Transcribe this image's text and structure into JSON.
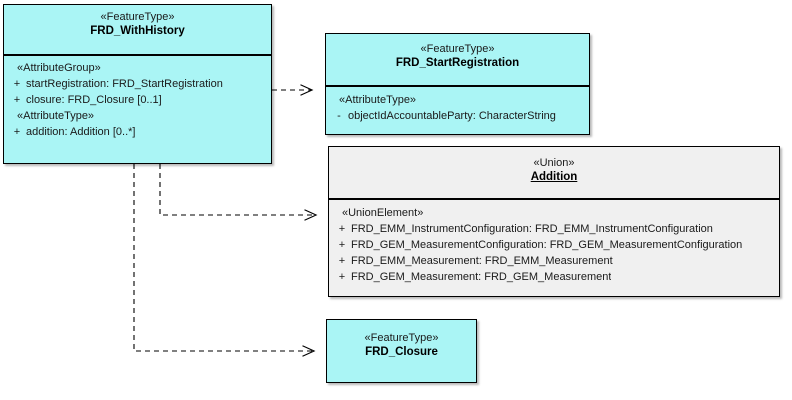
{
  "diagram": {
    "type": "uml-class-diagram",
    "background": "#ffffff",
    "featuretype_fill": "#aaf5f5",
    "union_fill": "#f0f0f0",
    "border_color": "#000000"
  },
  "classes": {
    "frd_withhistory": {
      "stereotype": "«FeatureType»",
      "name": "FRD_WithHistory",
      "groups": [
        {
          "label": "«AttributeGroup»",
          "attributes": [
            {
              "visibility": "+",
              "text": "startRegistration: FRD_StartRegistration"
            },
            {
              "visibility": "+",
              "text": "closure: FRD_Closure [0..1]"
            }
          ]
        },
        {
          "label": "«AttributeType»",
          "attributes": [
            {
              "visibility": "+",
              "text": "addition: Addition [0..*]"
            }
          ]
        }
      ]
    },
    "frd_startregistration": {
      "stereotype": "«FeatureType»",
      "name": "FRD_StartRegistration",
      "groups": [
        {
          "label": "«AttributeType»",
          "attributes": [
            {
              "visibility": "-",
              "text": "objectIdAccountableParty: CharacterString"
            }
          ]
        }
      ]
    },
    "addition": {
      "stereotype": "«Union»",
      "name": "Addition",
      "groups": [
        {
          "label": "«UnionElement»",
          "attributes": [
            {
              "visibility": "+",
              "text": "FRD_EMM_InstrumentConfiguration: FRD_EMM_InstrumentConfiguration"
            },
            {
              "visibility": "+",
              "text": "FRD_GEM_MeasurementConfiguration: FRD_GEM_MeasurementConfiguration"
            },
            {
              "visibility": "+",
              "text": "FRD_EMM_Measurement: FRD_EMM_Measurement"
            },
            {
              "visibility": "+",
              "text": "FRD_GEM_Measurement: FRD_GEM_Measurement"
            }
          ]
        }
      ]
    },
    "frd_closure": {
      "stereotype": "«FeatureType»",
      "name": "FRD_Closure",
      "groups": []
    }
  },
  "connectors": [
    {
      "name": "withhistory-to-startregistration",
      "style": "dashed-open-arrow",
      "from": "frd_withhistory",
      "to": "frd_startregistration"
    },
    {
      "name": "withhistory-to-addition",
      "style": "dashed-open-arrow",
      "from": "frd_withhistory",
      "to": "addition"
    },
    {
      "name": "withhistory-to-closure",
      "style": "dashed-open-arrow",
      "from": "frd_withhistory",
      "to": "frd_closure"
    }
  ]
}
